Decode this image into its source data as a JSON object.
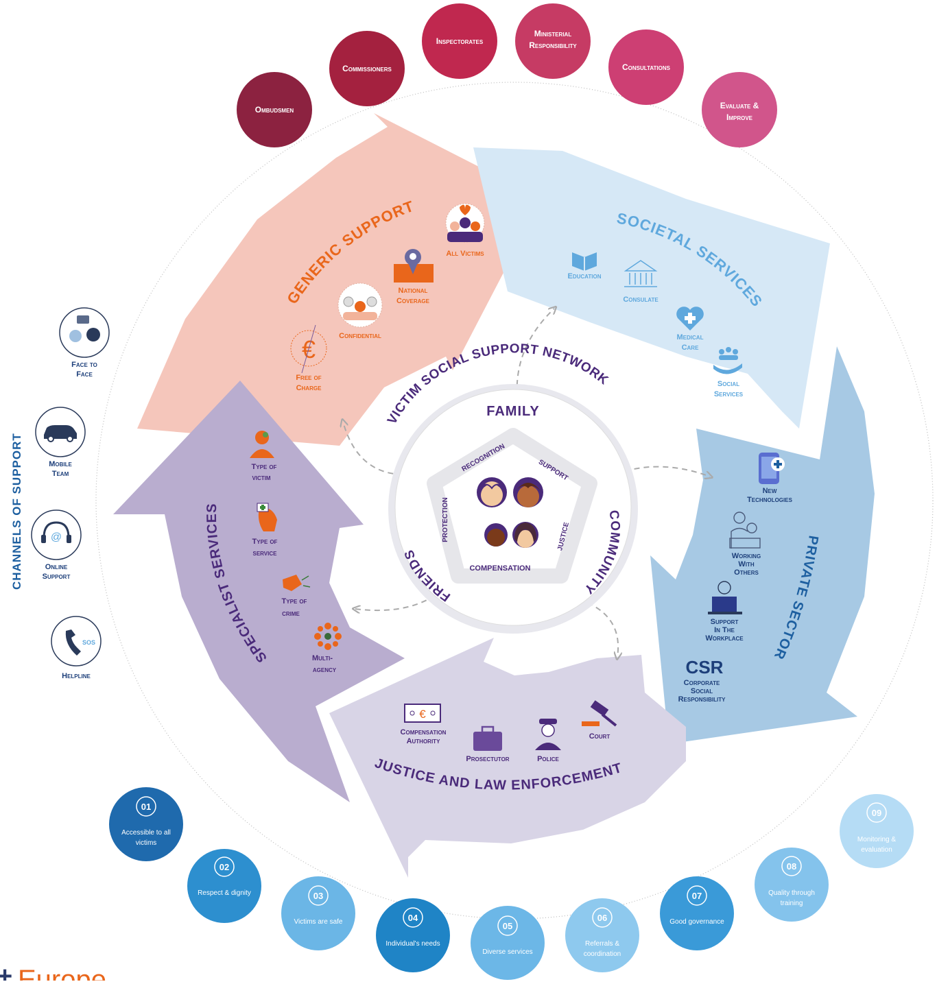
{
  "colors": {
    "generic": "#f5c6bb",
    "societal": "#d6e8f6",
    "private": "#a7c9e4",
    "justice": "#d8d4e6",
    "specialist": "#b9adcf",
    "accent_orange": "#e9661b",
    "accent_purple": "#4a2a7a",
    "accent_blue": "#1d6ea8",
    "oversight": [
      "#8c2240",
      "#a4213f",
      "#c0284f",
      "#c63b64",
      "#cd3f73",
      "#d1558b"
    ]
  },
  "oversight": [
    "Ombudsmen",
    "Commissioners",
    "Inspectorates",
    "Ministerial",
    "Responsibility",
    "Consultations",
    "Evaluate &",
    "Improve"
  ],
  "sectors": {
    "generic": {
      "title": "GENERIC SUPPORT",
      "items": [
        "All Victims",
        "National",
        "Coverage",
        "Confidential",
        "Free of",
        "Charge"
      ]
    },
    "societal": {
      "title": "SOCIETAL SERVICES",
      "items": [
        "Education",
        "Consulate",
        "Medical",
        "Care",
        "Social",
        "Services"
      ]
    },
    "private": {
      "title": "PRIVATE SECTOR",
      "items": [
        "New",
        "Technologies",
        "Working",
        "With",
        "Others",
        "Support",
        "In The",
        "Workplace",
        "CSR",
        "Corporate",
        "Social",
        "Responsibility"
      ]
    },
    "justice": {
      "title": "JUSTICE AND LAW ENFORCEMENT",
      "items": [
        "Compensation",
        "Authority",
        "Prosectutor",
        "Police",
        "Court"
      ]
    },
    "specialist": {
      "title": "SPECIALIST SERVICES",
      "items": [
        "Type of",
        "victim",
        "Type of",
        "service",
        "Type of",
        "crime",
        "Multi-",
        "agency"
      ]
    }
  },
  "center": {
    "title": "VICTIM SOCIAL SUPPORT NETWORK",
    "family": "FAMILY",
    "friends": "FRIENDS",
    "community": "COMMUNITY",
    "pentagon": [
      "RECOGNITION",
      "SUPPORT",
      "JUSTICE",
      "COMPENSATION",
      "PROTECTION"
    ]
  },
  "channels": {
    "title": "CHANNELS OF SUPPORT",
    "items": [
      "Face to",
      "Face",
      "Mobile",
      "Team",
      "Online",
      "Support",
      "Helpline"
    ]
  },
  "principles": [
    {
      "num": "01",
      "label1": "Accessible to all",
      "label2": "victims"
    },
    {
      "num": "02",
      "label1": "Respect & dignity",
      "label2": ""
    },
    {
      "num": "03",
      "label1": "Victims are safe",
      "label2": ""
    },
    {
      "num": "04",
      "label1": "Individual's needs",
      "label2": ""
    },
    {
      "num": "05",
      "label1": "Diverse services",
      "label2": ""
    },
    {
      "num": "06",
      "label1": "Referrals &",
      "label2": "coordination"
    },
    {
      "num": "07",
      "label1": "Good governance",
      "label2": ""
    },
    {
      "num": "08",
      "label1": "Quality through",
      "label2": "training"
    },
    {
      "num": "09",
      "label1": "Monitoring &",
      "label2": "evaluation"
    }
  ],
  "footer_logo": "Europe"
}
